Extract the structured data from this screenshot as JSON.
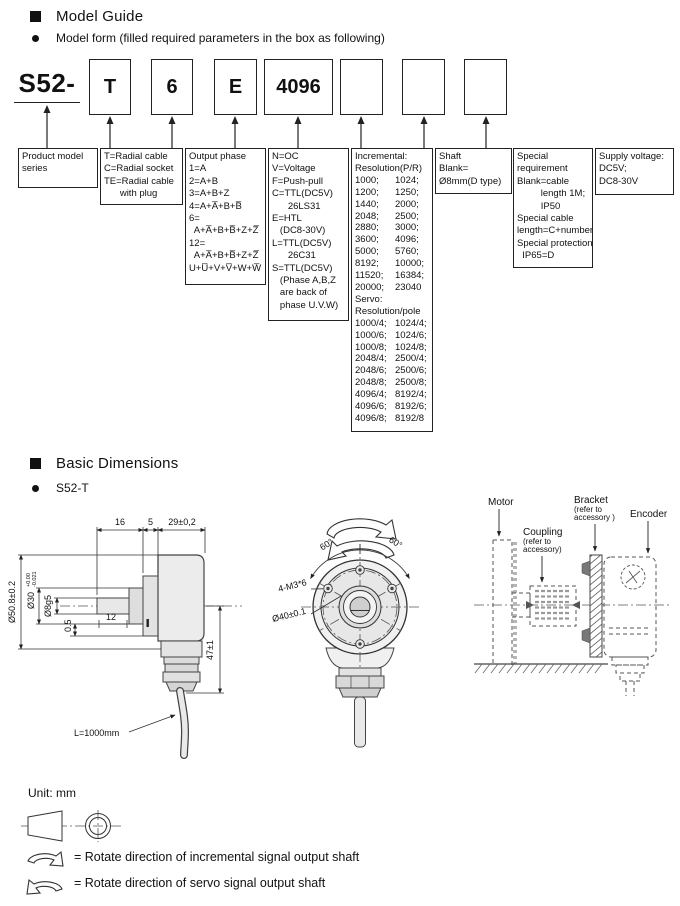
{
  "page": {
    "section_model": {
      "title": "Model Guide",
      "subtitle": "Model form (filled required parameters in the box as following)"
    },
    "section_dimensions": {
      "title": "Basic Dimensions",
      "subtitle": "S52-T"
    },
    "unit_note": "Unit: mm"
  },
  "model_form": {
    "prefix": "S52-",
    "boxes": [
      {
        "value": "T"
      },
      {
        "value": "6"
      },
      {
        "value": "E"
      },
      {
        "value": "4096"
      },
      {
        "value": ""
      },
      {
        "value": ""
      },
      {
        "value": ""
      }
    ],
    "descriptions": {
      "product": {
        "lines": [
          "Product model",
          "series"
        ]
      },
      "cable": {
        "lines": [
          "T=Radial cable",
          "C=Radial socket",
          "TE=Radial cable",
          "      with plug"
        ]
      },
      "output_phase": {
        "lines": [
          "Output phase",
          "1=A",
          "2=A+B",
          "3=A+B+Z",
          "4=A+A̅+B+B̅",
          "6=",
          "  A+A̅+B+B̅+Z+Z̅",
          "12=",
          "  A+A̅+B+B̅+Z+Z̅",
          "U+U̅+V+V̅+W+W̅"
        ]
      },
      "signal": {
        "lines": [
          "N=OC",
          "V=Voltage",
          "F=Push-pull",
          "C=TTL(DC5V)",
          "      26LS31",
          "E=HTL",
          "   (DC8-30V)",
          "L=TTL(DC5V)",
          "      26C31",
          "S=TTL(DC5V)",
          "   (Phase A,B,Z",
          "   are back of",
          "   phase U.V.W)"
        ]
      },
      "resolution": {
        "title": "Incremental:",
        "subtitle": "Resolution(P/R)",
        "pairs": [
          [
            "1000;",
            "1024;"
          ],
          [
            "1200;",
            "1250;"
          ],
          [
            "1440;",
            "2000;"
          ],
          [
            "2048;",
            "2500;"
          ],
          [
            "2880;",
            "3000;"
          ],
          [
            "3600;",
            "4096;"
          ],
          [
            "5000;",
            "5760;"
          ],
          [
            "8192;",
            "10000;"
          ],
          [
            "11520;",
            "16384;"
          ],
          [
            "20000;",
            "23040"
          ]
        ],
        "servo_title": "Servo:",
        "servo_subtitle": "Resolution/pole",
        "servo_pairs": [
          [
            "1000/4;",
            "1024/4;"
          ],
          [
            "1000/6;",
            "1024/6;"
          ],
          [
            "1000/8;",
            "1024/8;"
          ],
          [
            "2048/4;",
            "2500/4;"
          ],
          [
            "2048/6;",
            "2500/6;"
          ],
          [
            "2048/8;",
            "2500/8;"
          ],
          [
            "4096/4;",
            "8192/4;"
          ],
          [
            "4096/6;",
            "8192/6;"
          ],
          [
            "4096/8;",
            "8192/8"
          ]
        ]
      },
      "shaft": {
        "lines": [
          "Shaft",
          "Blank=",
          "Ø8mm(D type)"
        ]
      },
      "special": {
        "lines": [
          "Special",
          "requirement",
          "Blank=cable",
          "         length 1M;",
          "         IP50",
          "Special cable",
          "length=C+number",
          "Special protection",
          "  IP65=D"
        ]
      },
      "voltage": {
        "lines": [
          "Supply voltage:",
          "DC5V;",
          "DC8-30V"
        ]
      }
    }
  },
  "dimensions": {
    "side_view": {
      "dim_16": "16",
      "dim_5": "5",
      "dim_29": "29±0,2",
      "dim_od": "Ø50.8±0.2",
      "dim_spigot": "Ø30",
      "dim_spigot_tol_upper": "+0.00",
      "dim_spigot_tol_lower": "-0.021",
      "dim_shaft": "Ø8g5",
      "dim_gap": "0.5",
      "dim_12": "12",
      "dim_47": "47±1",
      "cable_length": "L=1000mm"
    },
    "front_view": {
      "angle_left": "60°",
      "angle_right": "60°",
      "screw_spec": "4-M3*6",
      "bolt_circle": "Ø40±0.1"
    },
    "installation": {
      "motor": "Motor",
      "coupling_1": "Coupling",
      "coupling_2": "(refer to",
      "coupling_3": "accessory)",
      "bracket_1": "Bracket",
      "bracket_2": "(refer to",
      "bracket_3": "accessory )",
      "encoder": "Encoder"
    }
  },
  "legend": {
    "incremental": "= Rotate direction of incremental signal output shaft",
    "servo": "= Rotate direction of servo signal output shaft"
  }
}
